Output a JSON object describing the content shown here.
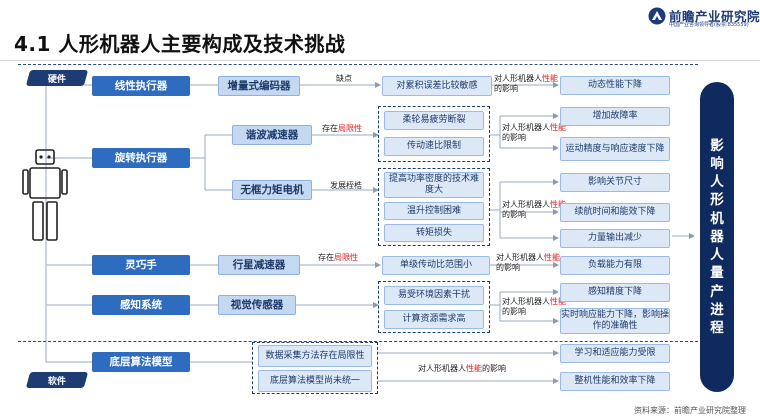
{
  "header": {
    "title": "4.1 人形机器人主要构成及技术挑战",
    "logo_name": "前瞻产业研究院",
    "logo_sub": "中国产业咨询领导者(股票:835559)"
  },
  "sections": {
    "hardware": "硬件",
    "software": "软件"
  },
  "components": {
    "linear": "线性执行器",
    "rotary": "旋转执行器",
    "dexterous": "灵巧手",
    "perception": "感知系统",
    "algorithm": "底层算法模型"
  },
  "subcomponents": {
    "encoder": "增量式编码器",
    "harmonic": "谐波减速器",
    "frameless": "无框力矩电机",
    "planetary": "行星减速器",
    "visual": "视觉传感器"
  },
  "edge_labels": {
    "defect": "缺点",
    "limitation_prefix": "存在",
    "limitation_red": "局限性",
    "bottleneck": "发展桎梏"
  },
  "problems": {
    "cumulative_error": "对累积误差比较敏感",
    "flexwheel": "柔轮易疲劳断裂",
    "ratio_limit": "传动速比限制",
    "power_density": "提高功率密度的技术难度大",
    "temp_control": "温升控制困难",
    "torque_loss": "转矩损失",
    "single_stage": "单级传动比范围小",
    "interference": "易受环境因素干扰",
    "compute": "计算资源需求高",
    "data_collection": "数据采集方法存在局限性",
    "model_not_unified": "底层算法模型尚未统一"
  },
  "impact_label": {
    "prefix": "对人形机器人",
    "red": "性能",
    "suffix": "的影响"
  },
  "impacts": {
    "dynamic_perf": "动态性能下降",
    "failure_rate": "增加故障率",
    "motion_precision": "运动精度与响应速度下降",
    "joint_size": "影响关节尺寸",
    "endurance": "续航时间和能效下降",
    "power_output": "力量输出减少",
    "load_capacity": "负载能力有限",
    "perception_precision": "感知精度下降",
    "realtime": "实时响应能力下降，影响操作的准确性",
    "learning": "学习和适应能力受限",
    "overall": "整机性能和效率下降"
  },
  "conclusion": [
    "影",
    "响",
    "人",
    "形",
    "机",
    "器",
    "人",
    "量",
    "产",
    "进",
    "程"
  ],
  "source": "资料来源：前瞻产业研究院整理",
  "colors": {
    "dark_navy": "#0e2a5e",
    "component_blue": "#2e6cc0",
    "sub_blue": "#c5d8f1",
    "pale_blue": "#dde8f6",
    "accent_red": "#e02020"
  }
}
